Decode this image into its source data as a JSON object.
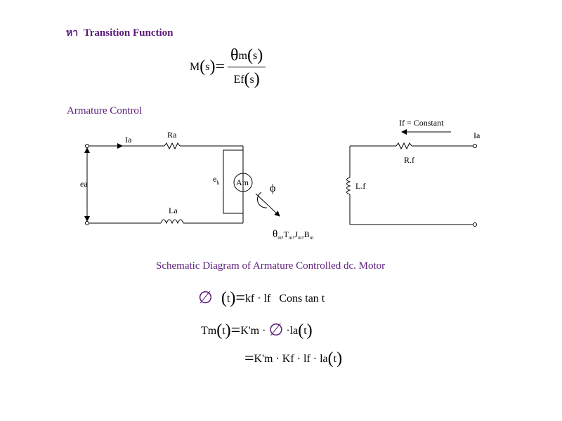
{
  "heading": {
    "thai": "หา",
    "title": "Transition Function"
  },
  "transfer": {
    "lhs": "M",
    "arg": "s",
    "numerator_sym": "θ",
    "numerator_sub": "m",
    "denominator": "Ef"
  },
  "section_title": "Armature Control",
  "circuit": {
    "current_label": "Ia",
    "resistor_label": "Ra",
    "voltage_label": "ea",
    "inductor_label": "La",
    "back_emf_label": "e",
    "back_emf_sub": "b",
    "motor_label": "Am",
    "flux_label": "ϕ",
    "motor_params": [
      "θ",
      "m",
      ",T",
      "m",
      ",J",
      "m",
      ",B",
      "m"
    ]
  },
  "field_circuit": {
    "condition_label": "If = Constant",
    "current_label": "Ia",
    "resistor_label": "R.f",
    "inductor_label": "L.f"
  },
  "caption": "Schematic Diagram of Armature Controlled dc. Motor",
  "equations": {
    "eq1_sym": "∅",
    "eq1_arg": "t",
    "eq1_rhs": "kf · lf",
    "eq1_note": "Cons tan t",
    "eq2_lhs": "Tm",
    "eq2_arg": "t",
    "eq2_k": "K'm ·",
    "eq2_sym": "∅",
    "eq2_tail": "·la",
    "eq3_rhs": "K'm · Kf · lf · la",
    "eq3_arg": "t"
  },
  "colors": {
    "heading": "#5b1a7a",
    "line": "#000000",
    "accent": "#000000"
  }
}
